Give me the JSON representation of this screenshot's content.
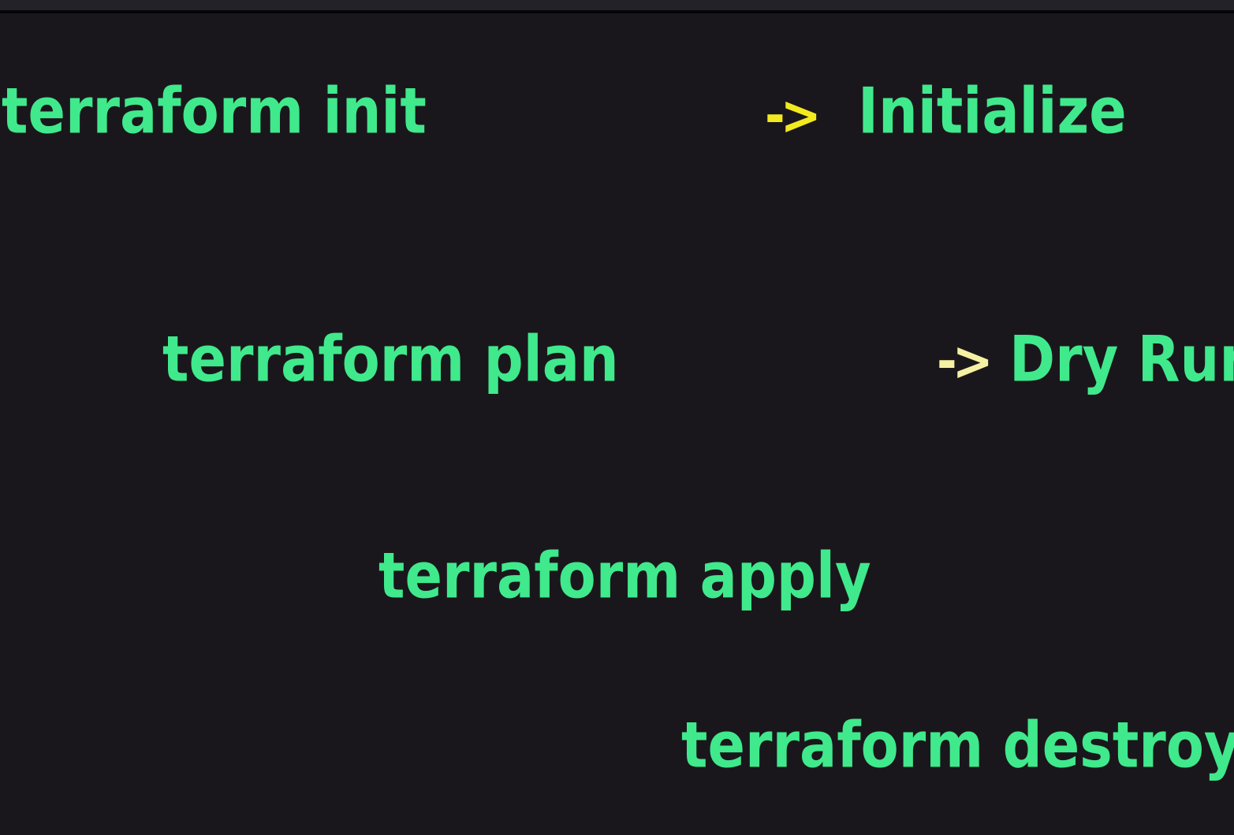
{
  "window": {
    "topbar": {
      "visible": true
    }
  },
  "colors": {
    "background": "#1a171c",
    "topbar": "#242229",
    "divider": "#050406",
    "green": "#40e98c",
    "yellow_bright": "#f2ea1e",
    "yellow_pale": "#f5f1a3"
  },
  "diagram": {
    "rows": [
      {
        "command": "terraform init",
        "arrow": "->",
        "meaning": "Initialize",
        "arrow_style": "bright"
      },
      {
        "command": "terraform plan",
        "arrow": "->",
        "meaning": "Dry Run",
        "arrow_style": "pale"
      },
      {
        "command": "terraform apply"
      },
      {
        "command": "terraform destroy"
      }
    ]
  }
}
